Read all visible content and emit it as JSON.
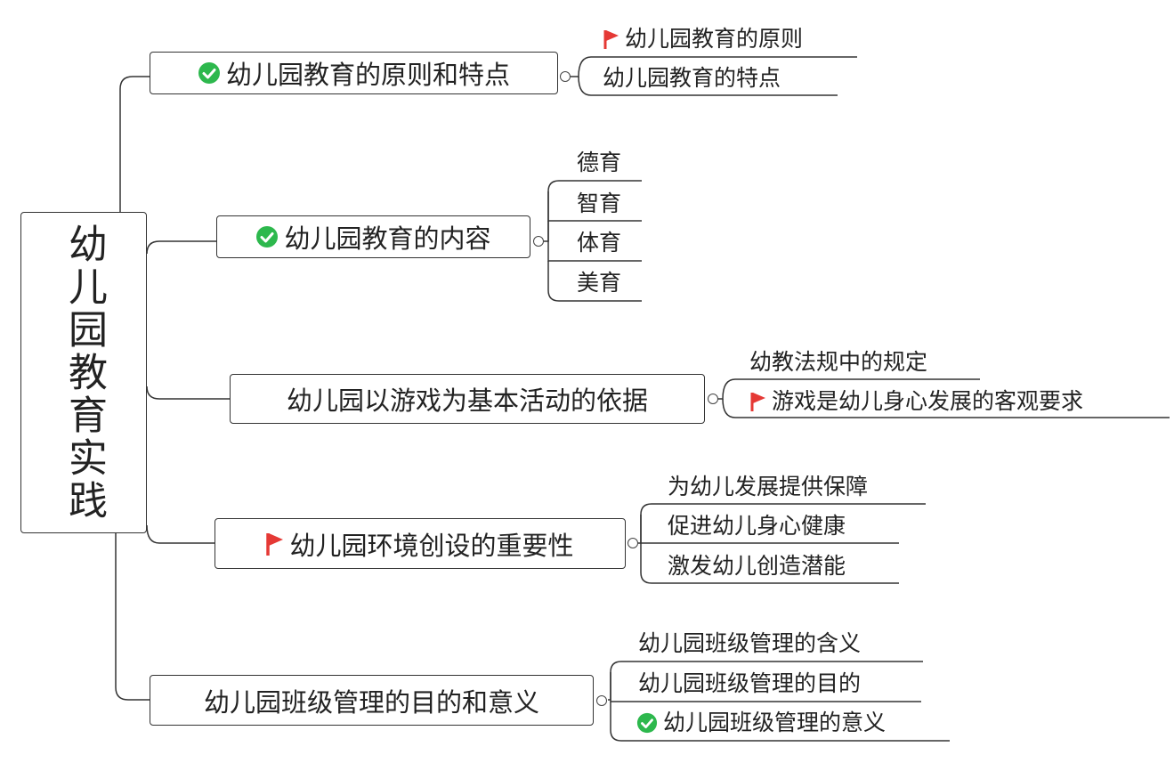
{
  "root": {
    "title": "幼儿园教育实践"
  },
  "branches": [
    {
      "label": "幼儿园教育的原则和特点",
      "icon": "check-icon",
      "children": [
        {
          "label": "幼儿园教育的原则",
          "icon": "flag-icon"
        },
        {
          "label": "幼儿园教育的特点"
        }
      ]
    },
    {
      "label": "幼儿园教育的内容",
      "icon": "check-icon",
      "children": [
        {
          "label": "德育"
        },
        {
          "label": "智育"
        },
        {
          "label": "体育"
        },
        {
          "label": "美育"
        }
      ]
    },
    {
      "label": "幼儿园以游戏为基本活动的依据",
      "children": [
        {
          "label": "幼教法规中的规定"
        },
        {
          "label": "游戏是幼儿身心发展的客观要求",
          "icon": "flag-icon"
        }
      ]
    },
    {
      "label": "幼儿园环境创设的重要性",
      "icon": "flag-icon",
      "children": [
        {
          "label": "为幼儿发展提供保障"
        },
        {
          "label": "促进幼儿身心健康"
        },
        {
          "label": "激发幼儿创造潜能"
        }
      ]
    },
    {
      "label": "幼儿园班级管理的目的和意义",
      "children": [
        {
          "label": "幼儿园班级管理的含义"
        },
        {
          "label": "幼儿园班级管理的目的"
        },
        {
          "label": "幼儿园班级管理的意义",
          "icon": "check-icon"
        }
      ]
    }
  ],
  "colors": {
    "check": "#2db84d",
    "flag": "#e53935",
    "line": "#333333"
  }
}
